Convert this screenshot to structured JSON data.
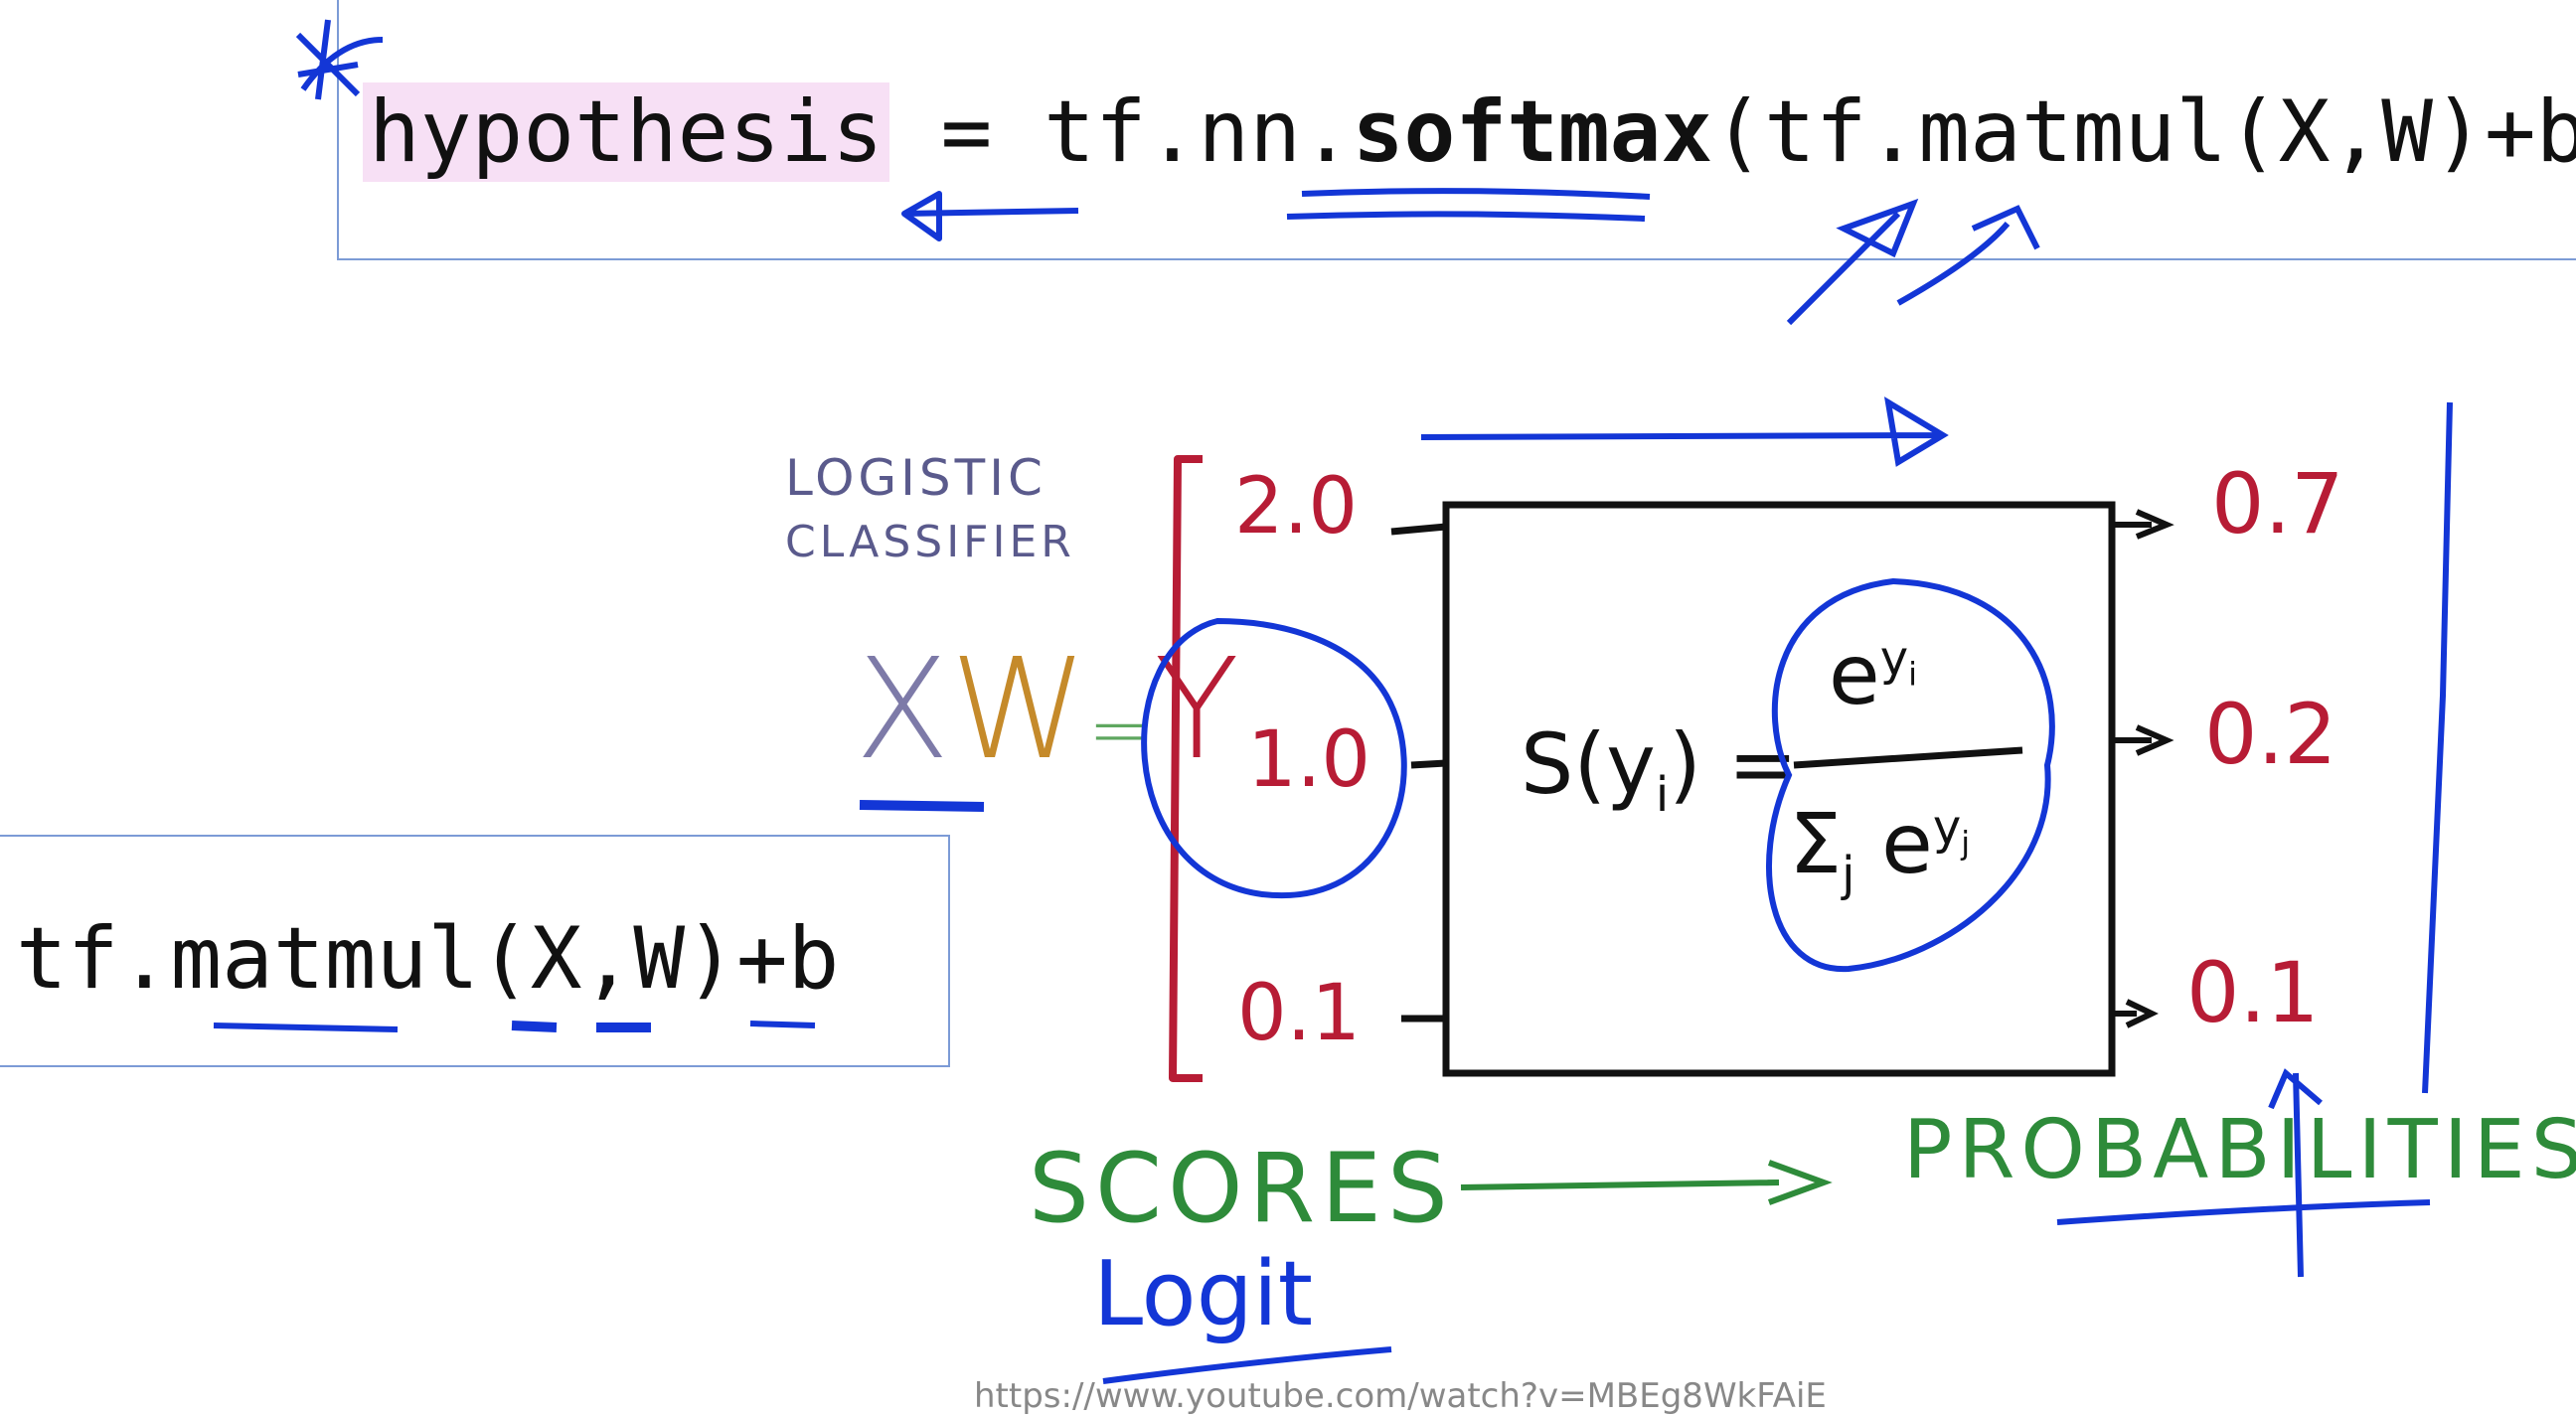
{
  "top_code": {
    "hypothesis": "hypothesis",
    "eq": " = tf.nn.",
    "softmax": "softmax",
    "rest": "(tf.matmul(X,W)+b)"
  },
  "bottom_code": "tf.matmul(X,W)+b",
  "labels": {
    "logistic": "LOGISTIC",
    "classifier": "CLASSIFIER",
    "xw_x": "X",
    "xw_w": "W",
    "xw_eq": "=",
    "xw_y": "Y",
    "scores": "SCORES",
    "probabilities": "PROBABILITIES",
    "logit": "Logit"
  },
  "scores": [
    "2.0",
    "1.0",
    "0.1"
  ],
  "probabilities": [
    "0.7",
    "0.2",
    "0.1"
  ],
  "formula": {
    "lhs": "S(y",
    "lhs_sub": "i",
    "lhs_close": ") =",
    "numerator": "e",
    "numerator_sup": "y",
    "numerator_sup_sub": "i",
    "sum": "Σ",
    "sum_sub": "j",
    "denominator": "e",
    "denominator_sup": "y",
    "denominator_sup_sub": "j"
  },
  "footer_url": "https://www.youtube.com/watch?v=MBEg8WkFAiE"
}
